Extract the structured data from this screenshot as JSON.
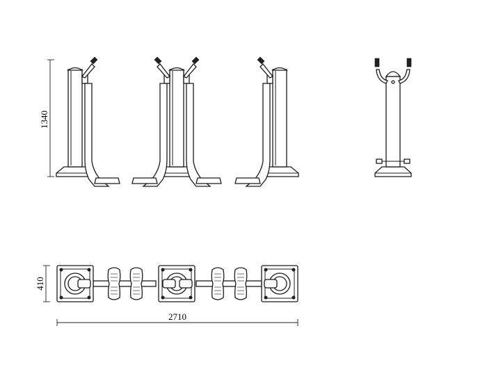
{
  "dimensions": {
    "height": "1340",
    "depth": "410",
    "length": "2710"
  }
}
